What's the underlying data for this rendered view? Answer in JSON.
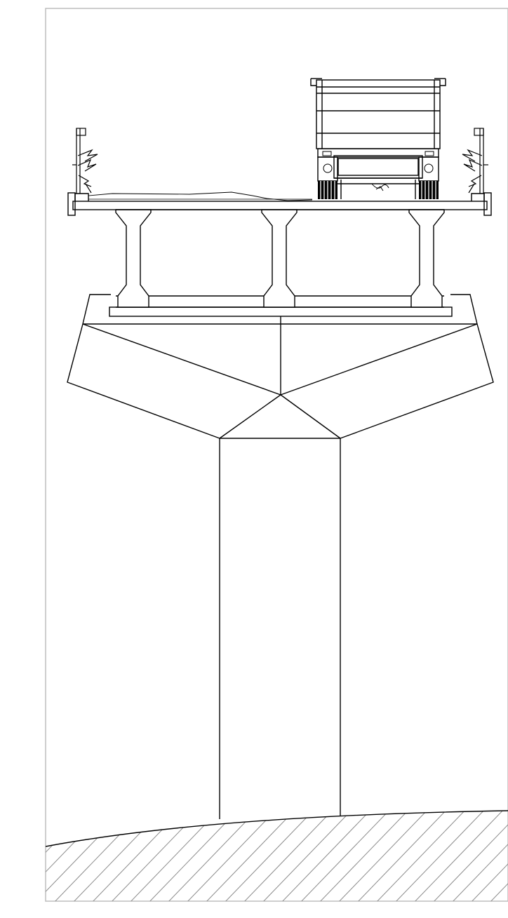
{
  "drawing": {
    "subject": "",
    "colors": {
      "line": "#000000",
      "frame": "#bdbdbd",
      "background": "#ffffff"
    },
    "components": [
      {
        "id": "frame",
        "label": ""
      },
      {
        "id": "deck",
        "label": ""
      },
      {
        "id": "girders",
        "label": "",
        "count": 3
      },
      {
        "id": "pier-cap",
        "label": ""
      },
      {
        "id": "pier-column",
        "label": ""
      },
      {
        "id": "ground",
        "label": ""
      },
      {
        "id": "truck",
        "label": ""
      },
      {
        "id": "guardrail-left",
        "label": ""
      },
      {
        "id": "guardrail-right",
        "label": ""
      }
    ]
  }
}
